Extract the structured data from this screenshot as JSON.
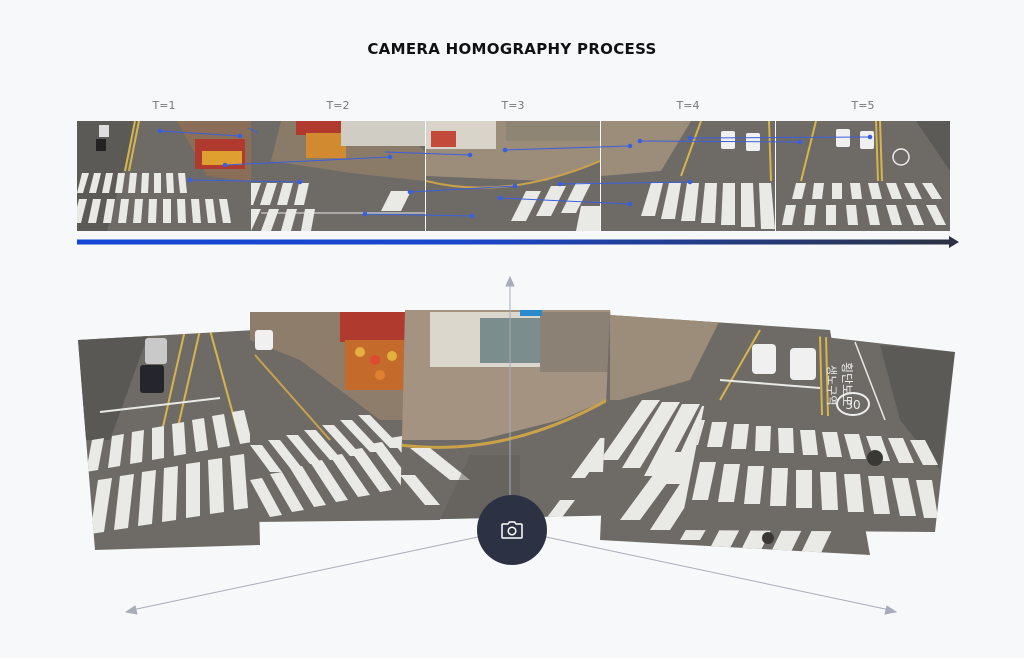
{
  "title": "CAMERA HOMOGRAPHY PROCESS",
  "time_labels": [
    "T=1",
    "T=2",
    "T=3",
    "T=4",
    "T=5"
  ],
  "road_markings": {
    "speed": "30",
    "text_top": "횡단보도",
    "text_bottom": "생노구역"
  },
  "colors": {
    "accent": "#1447d6",
    "timeline_end": "#2c3244",
    "camera_bg": "#2c3244",
    "match_line": "#3a5fe0",
    "road": "#6e6b67",
    "crosswalk": "#e9e9e6"
  },
  "icons": {
    "camera": "camera-icon"
  }
}
